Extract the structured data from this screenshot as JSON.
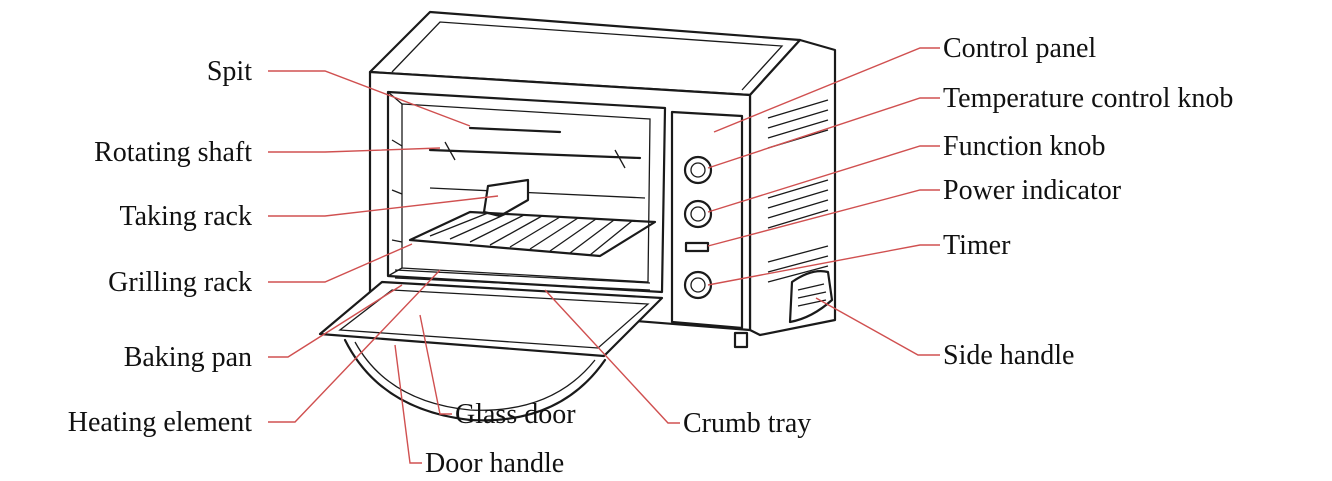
{
  "labels": {
    "spit": "Spit",
    "rotating_shaft": "Rotating shaft",
    "taking_rack": "Taking rack",
    "grilling_rack": "Grilling rack",
    "baking_pan": "Baking pan",
    "heating_element": "Heating element",
    "glass_door": "Glass door",
    "door_handle": "Door handle",
    "crumb_tray": "Crumb tray",
    "control_panel": "Control panel",
    "temperature_control_knob": "Temperature control knob",
    "function_knob": "Function knob",
    "power_indicator": "Power indicator",
    "timer": "Timer",
    "side_handle": "Side handle"
  },
  "colors": {
    "callout_line": "#d05050",
    "outline": "#1a1a1a"
  }
}
